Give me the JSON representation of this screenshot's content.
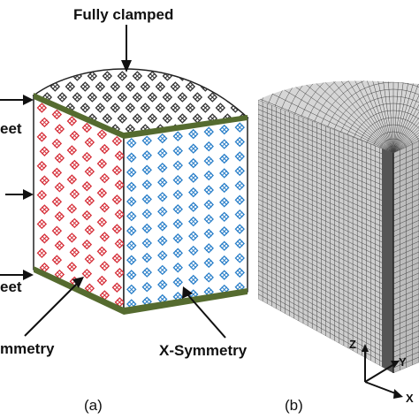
{
  "labels": {
    "fully_clamped": "Fully clamped",
    "sheet_top": "eet",
    "sheet_bottom": "eet",
    "y_symmetry": "mmetry",
    "x_symmetry": "X-Symmetry"
  },
  "captions": {
    "a": "(a)",
    "b": "(b)"
  },
  "axes": {
    "x": "X",
    "y": "Y",
    "z": "Z"
  },
  "colors": {
    "red_markers": "#d6303a",
    "blue_markers": "#2a7fc9",
    "top_markers": "#333333",
    "edge_band": "#556b2f",
    "mesh_line": "#444444",
    "mesh_face": "#cfcfcf"
  }
}
